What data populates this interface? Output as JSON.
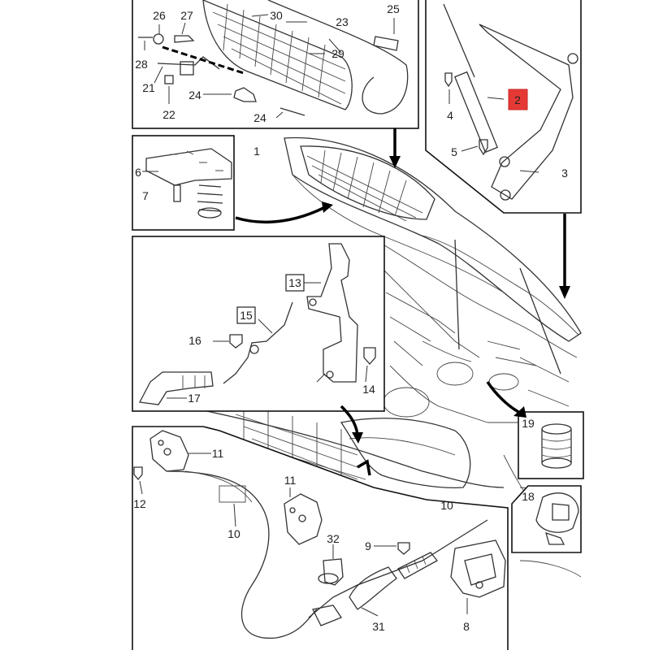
{
  "callouts": {
    "c1": "1",
    "c2": "2",
    "c3": "3",
    "c4": "4",
    "c5": "5",
    "c6": "6",
    "c7": "7",
    "c8": "8",
    "c9": "9",
    "c10a": "10",
    "c10b": "10",
    "c11a": "11",
    "c11b": "11",
    "c12": "12",
    "c13": "13",
    "c14": "14",
    "c15": "15",
    "c16": "16",
    "c17": "17",
    "c18": "18",
    "c19": "19",
    "c21": "21",
    "c22": "22",
    "c23": "23",
    "c24a": "24",
    "c24b": "24",
    "c25": "25",
    "c26": "26",
    "c27": "27",
    "c28": "28",
    "c29": "29",
    "c30": "30",
    "c31": "31",
    "c32": "32"
  },
  "colors": {
    "highlight_fill": "#e53935",
    "line": "#333333",
    "frame": "#111111"
  }
}
